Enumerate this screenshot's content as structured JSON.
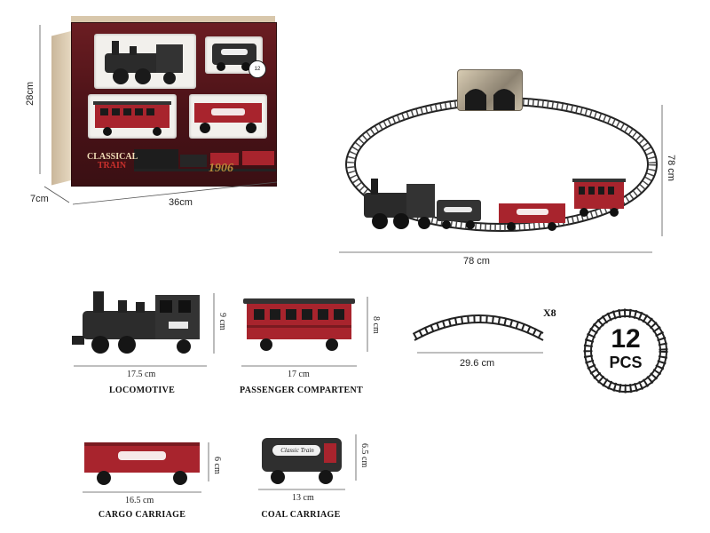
{
  "box": {
    "height_label": "28cm",
    "depth_label": "7cm",
    "width_label": "36cm",
    "logo_line1": "CLASSICAL",
    "logo_line2": "TRAIN",
    "year": "1906",
    "age_badge": "12"
  },
  "layout_demo": {
    "width_label": "78 cm",
    "height_label": "78 cm"
  },
  "parts": [
    {
      "name": "LOCOMOTIVE",
      "length": "17.5 cm",
      "height": "9 cm"
    },
    {
      "name": "PASSENGER COMPARTENT",
      "length": "17 cm",
      "height": "8 cm"
    },
    {
      "name": "CARGO CARRIAGE",
      "length": "16.5 cm",
      "height": "6 cm"
    },
    {
      "name": "COAL CARRIAGE",
      "length": "13 cm",
      "height": "6.5 cm"
    }
  ],
  "track_piece": {
    "length": "29.6 cm",
    "quantity": "X8"
  },
  "pieces_badge": {
    "count": "12",
    "unit": "PCS"
  },
  "coal_label": "Classic Train",
  "colors": {
    "brand_red": "#a8242d",
    "dark_grey": "#2c2c2c",
    "box_maroon": "#5a1a1f",
    "track": "#222222"
  }
}
